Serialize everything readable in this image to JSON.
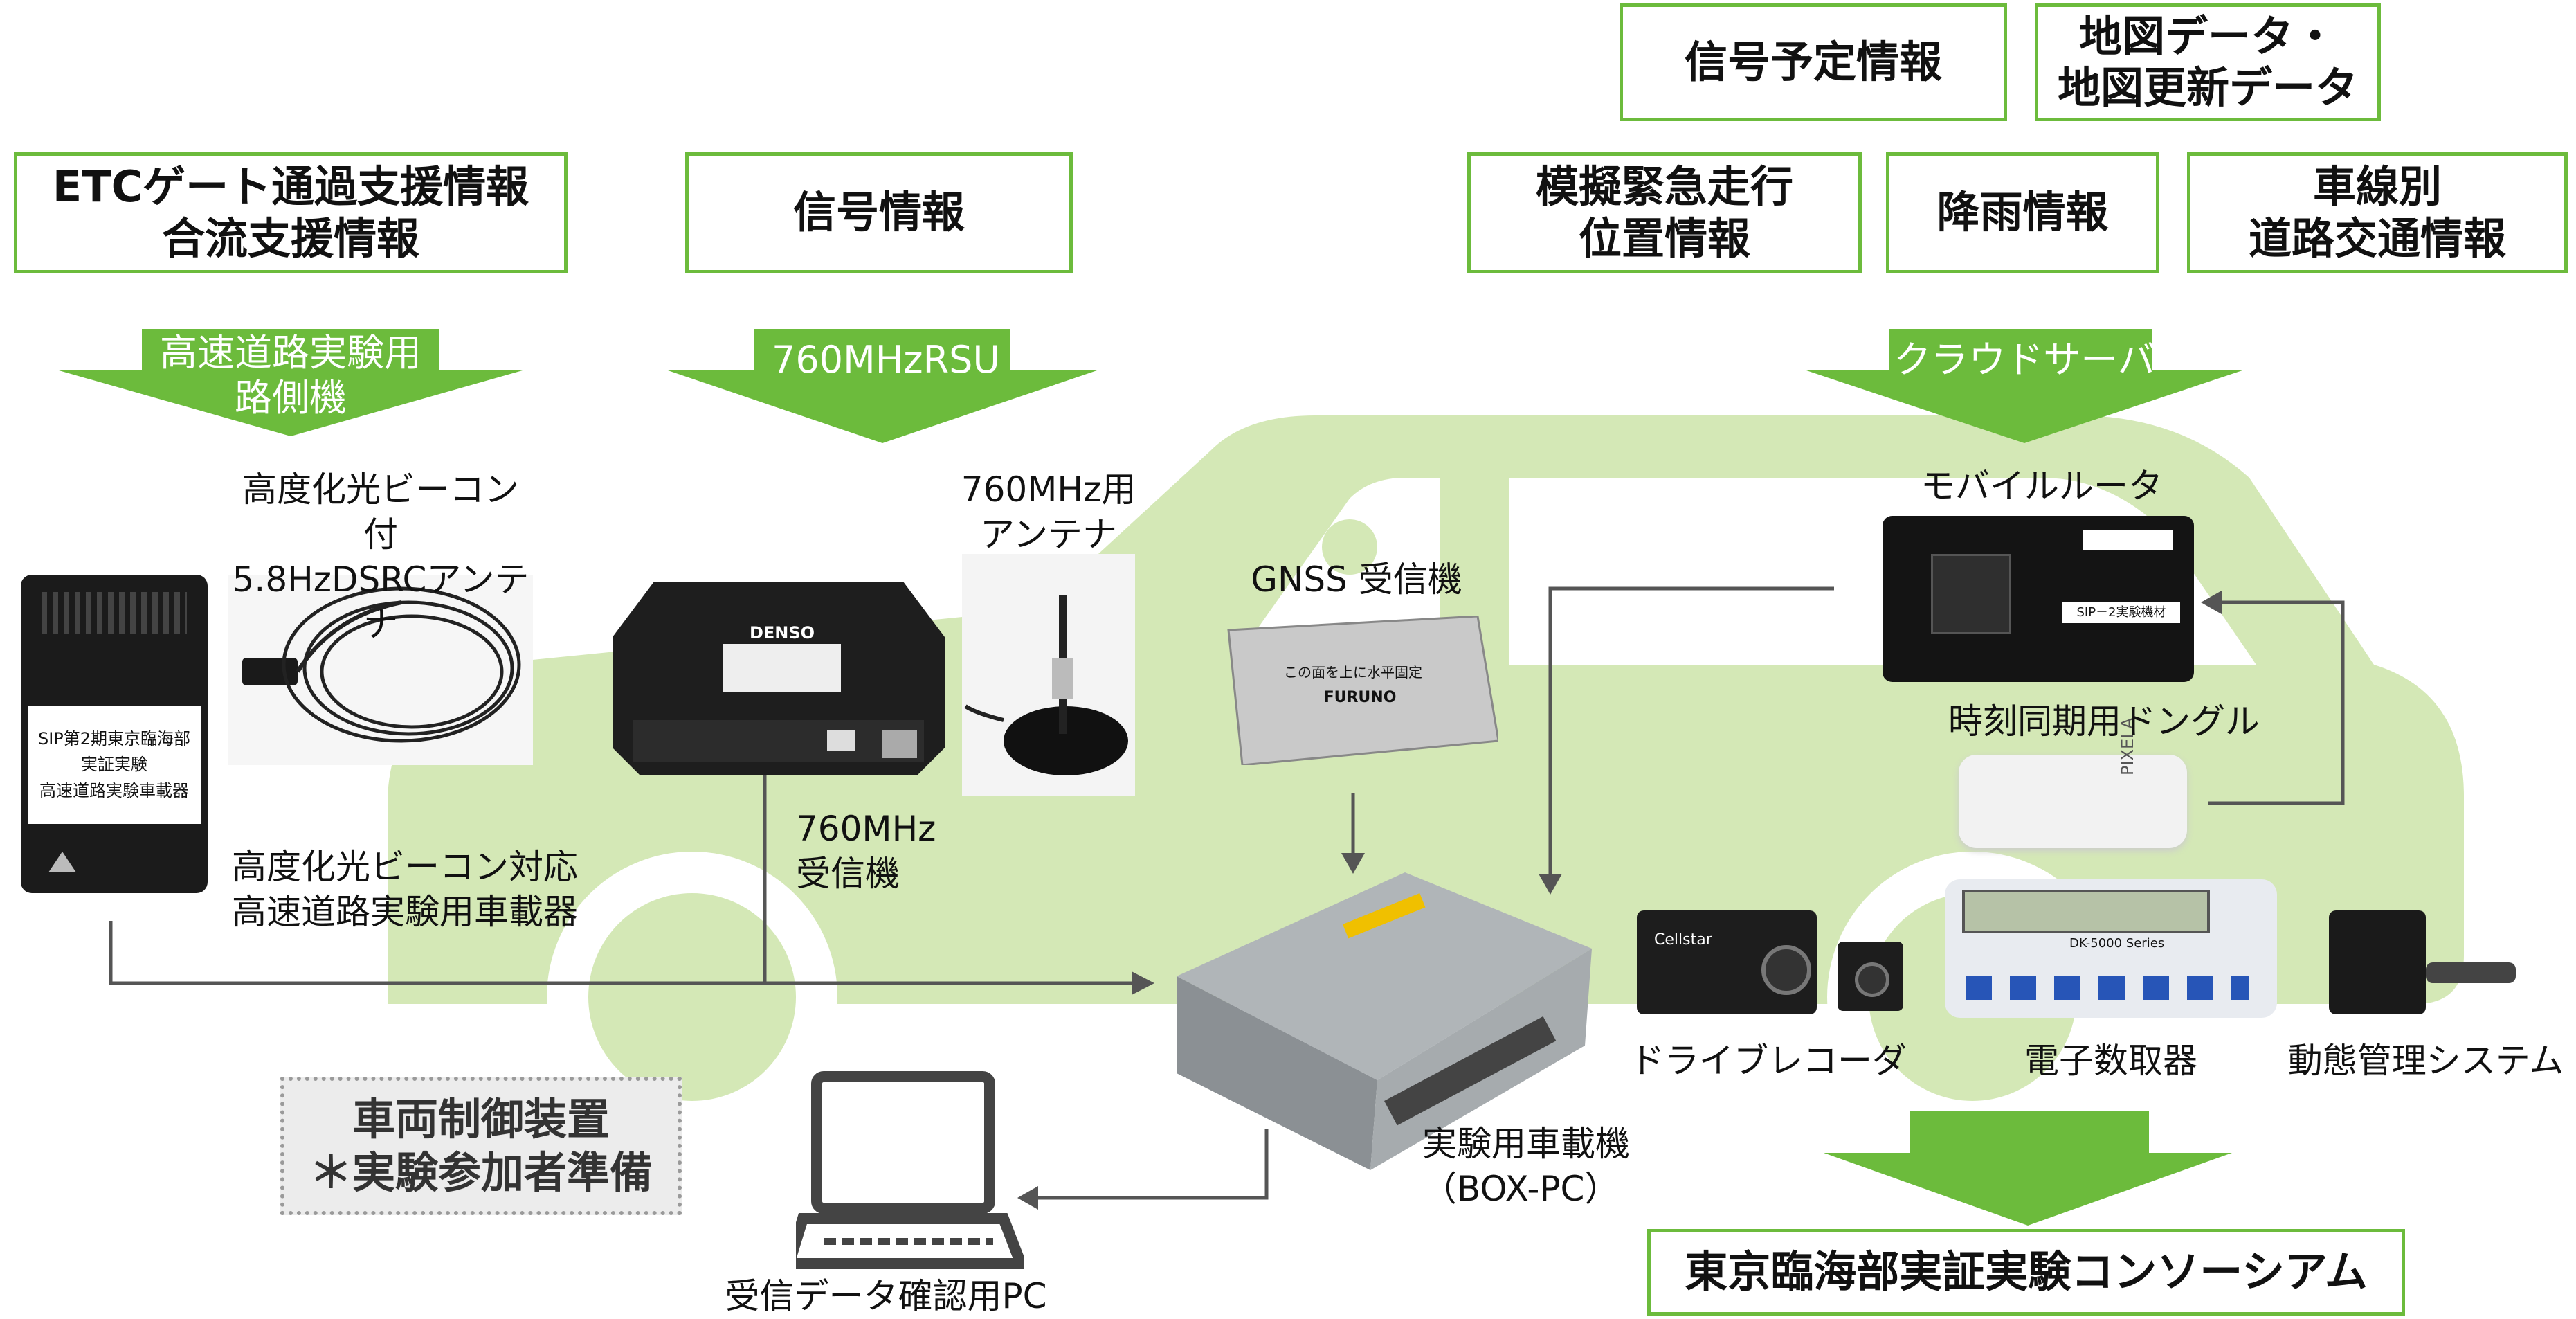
{
  "top_boxes": {
    "signal_schedule": "信号予定情報",
    "map_data": "地図データ・\n地図更新データ",
    "etc": "ETCゲート通過支援情報\n合流支援情報",
    "signal_info": "信号情報",
    "emergency": "模擬緊急走行\n位置情報",
    "rain": "降雨情報",
    "lane_traffic": "車線別\n道路交通情報"
  },
  "green_arrows": {
    "roadside": "高速道路実験用\n路側機",
    "rsu": "760MHzRSU",
    "cloud": "クラウドサーバ"
  },
  "device_labels": {
    "beacon_antenna": "高度化光ビーコン付\n5.8HzDSRCアンテナ",
    "antenna_760": "760MHz用\nアンテナ",
    "gnss": "GNSS 受信機",
    "mobile_router": "モバイルルータ",
    "time_dongle": "時刻同期用ドングル",
    "receiver_760": "760MHz\n受信機",
    "onboard_unit": "高度化光ビーコン対応\n高速道路実験用車載器",
    "drive_recorder": "ドライブレコーダ",
    "counter": "電子数取器",
    "fleet": "動態管理システム",
    "box_pc": "実験用車載機\n（BOX-PC）",
    "pc": "受信データ確認用PC"
  },
  "vehicle_control": "車両制御装置\n＊実験参加者準備",
  "consortium": "東京臨海部実証実験コンソーシアム",
  "device_prints": {
    "etc_unit": "SIP第2期東京臨海部\n実証実験\n高速道路実験車載器",
    "denso": "DENSO",
    "gnss_brand": "FURUNO",
    "gnss_note": "この面を上に水平固定",
    "router_sticker": "SIP－2実験機材",
    "dongle_brand": "PIXELA",
    "counter_model": "DK-5000 Series",
    "recorder_brand": "Cellstar"
  },
  "colors": {
    "green": "#6cbb3c",
    "car": "#d4e8b6",
    "line": "#555555"
  }
}
